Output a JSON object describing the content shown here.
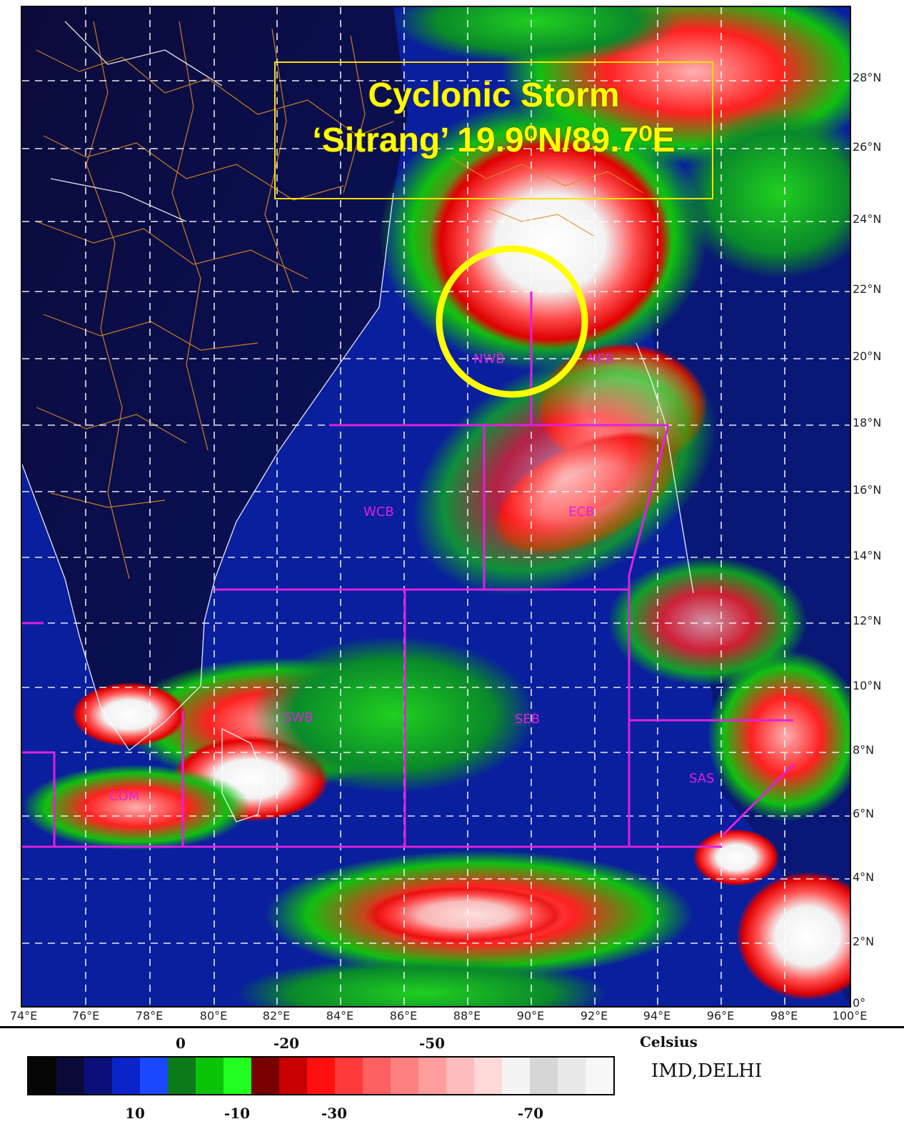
{
  "title": {
    "line1": "Cyclonic Storm",
    "line2": "‘Sitrang’ 19.9⁰N/89.7⁰E"
  },
  "lat_labels": [
    "28°N",
    "26°N",
    "24°N",
    "22°N",
    "20°N",
    "18°N",
    "16°N",
    "14°N",
    "12°N",
    "10°N",
    "8°N",
    "6°N",
    "4°N",
    "2°N",
    "0°"
  ],
  "lon_labels": [
    "74°E",
    "76°E",
    "78°E",
    "80°E",
    "82°E",
    "84°E",
    "86°E",
    "88°E",
    "90°E",
    "92°E",
    "94°E",
    "96°E",
    "98°E",
    "100°E"
  ],
  "region_labels": [
    "NWB",
    "NEB",
    "WCB",
    "ECB",
    "SWB",
    "SEB",
    "SAS",
    "COM"
  ],
  "colorbar": {
    "top_labels": [
      "0",
      "-20",
      "-50"
    ],
    "bottom_labels": [
      "10",
      "-10",
      "-30",
      "-70"
    ],
    "units": "Celsius",
    "colors": [
      "#050505",
      "#0b0b3a",
      "#0a1078",
      "#0a24c8",
      "#1a48ff",
      "#0a7a1a",
      "#0ac40a",
      "#20ff20",
      "#7a0000",
      "#c80000",
      "#ff1010",
      "#ff3a3a",
      "#ff6060",
      "#ff8080",
      "#ff9e9e",
      "#ffbcbc",
      "#ffd8d8",
      "#f4f4f4",
      "#d6d6d6",
      "#e8e8e8",
      "#f7f7f7"
    ]
  },
  "source": "IMD,DELHI",
  "colors": {
    "background_ocean": "#0a1a8a",
    "land": "#0b0b2e",
    "highlight_circle": "#ffff00",
    "title_text": "#ffff00",
    "region_boundaries": "#e020e0",
    "state_borders": "#e08a20"
  }
}
